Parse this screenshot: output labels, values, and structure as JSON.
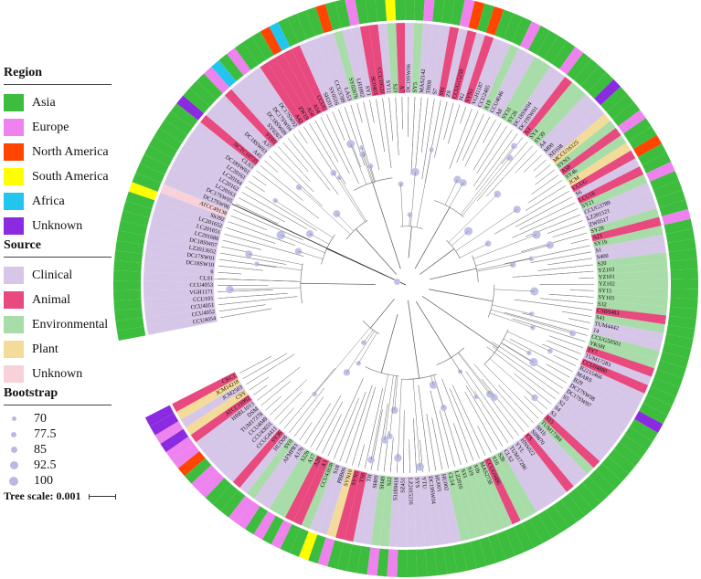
{
  "legend": {
    "region": {
      "title": "Region",
      "items": [
        {
          "label": "Asia",
          "color": "#3dbd3d"
        },
        {
          "label": "Europe",
          "color": "#ee82ee"
        },
        {
          "label": "North America",
          "color": "#ff4500"
        },
        {
          "label": "South America",
          "color": "#ffff00"
        },
        {
          "label": "Africa",
          "color": "#22c5ee"
        },
        {
          "label": "Unknown",
          "color": "#8a2be2"
        }
      ]
    },
    "source": {
      "title": "Source",
      "items": [
        {
          "label": "Clinical",
          "color": "#d6c6e8"
        },
        {
          "label": "Animal",
          "color": "#e84a7f"
        },
        {
          "label": "Environmental",
          "color": "#a8dca8"
        },
        {
          "label": "Plant",
          "color": "#f3dc99"
        },
        {
          "label": "Unknown",
          "color": "#f8d2d8"
        }
      ]
    },
    "bootstrap": {
      "title": "Bootstrap",
      "items": [
        "70",
        "77.5",
        "85",
        "92.5",
        "100"
      ]
    }
  },
  "scale": {
    "label": "Tree scale: 0.001"
  },
  "tree": {
    "leaves": [
      {
        "name": "CCU4054",
        "source": "Clinical",
        "region": "Asia"
      },
      {
        "name": "CCU4052",
        "source": "Clinical",
        "region": "Asia"
      },
      {
        "name": "CCU4051",
        "source": "Clinical",
        "region": "Asia"
      },
      {
        "name": "CCU101",
        "source": "Clinical",
        "region": "Asia"
      },
      {
        "name": "VGH1171",
        "source": "Clinical",
        "region": "Asia"
      },
      {
        "name": "CCU4053",
        "source": "Clinical",
        "region": "Asia"
      },
      {
        "name": "CLS1",
        "source": "Clinical",
        "region": "Asia"
      },
      {
        "name": "6",
        "source": "Clinical",
        "region": "Asia"
      },
      {
        "name": "DC18SW10",
        "source": "Clinical",
        "region": "Asia"
      },
      {
        "name": "DC17SW01",
        "source": "Clinical",
        "region": "Asia"
      },
      {
        "name": "LZ2013652",
        "source": "Clinical",
        "region": "Asia"
      },
      {
        "name": "DC18SW07",
        "source": "Clinical",
        "region": "Asia"
      },
      {
        "name": "LC201686",
        "source": "Clinical",
        "region": "Asia"
      },
      {
        "name": "LC201651",
        "source": "Clinical",
        "region": "Asia"
      },
      {
        "name": "LC201652",
        "source": "Clinical",
        "region": "Asia"
      },
      {
        "name": "Sh392",
        "source": "Clinical",
        "region": "South America"
      },
      {
        "name": "ATCC49138",
        "source": "Unknown",
        "region": "Asia"
      },
      {
        "name": "DC17SW06",
        "source": "Clinical",
        "region": "Asia"
      },
      {
        "name": "DC17SW05",
        "source": "Clinical",
        "region": "Asia"
      },
      {
        "name": "LC20163",
        "source": "Clinical",
        "region": "Asia"
      },
      {
        "name": "LC20162",
        "source": "Clinical",
        "region": "Asia"
      },
      {
        "name": "LC20164",
        "source": "Clinical",
        "region": "Asia"
      },
      {
        "name": "LC20161",
        "source": "Clinical",
        "region": "Asia"
      },
      {
        "name": "DC18SW01",
        "source": "Clinical",
        "region": "Asia"
      },
      {
        "name": "CLS3",
        "source": "Clinical",
        "region": "Asia"
      },
      {
        "name": "NCTC10735",
        "source": "Animal",
        "region": "Unknown"
      },
      {
        "name": "A41",
        "source": "Clinical",
        "region": "Asia"
      },
      {
        "name": "DC18SW03",
        "source": "Clinical",
        "region": "Asia"
      },
      {
        "name": "A37",
        "source": "Clinical",
        "region": "Asia"
      },
      {
        "name": "SY05",
        "source": "Animal",
        "region": "Europe"
      },
      {
        "name": "SY0267",
        "source": "Clinical",
        "region": "Africa"
      },
      {
        "name": "DC18SW09",
        "source": "Clinical",
        "region": "Asia"
      },
      {
        "name": "DC17SW04",
        "source": "Clinical",
        "region": "Europe"
      },
      {
        "name": "DC17SW02",
        "source": "Clinical",
        "region": "Asia"
      },
      {
        "name": "A42",
        "source": "Animal",
        "region": "Asia"
      },
      {
        "name": "ZW19",
        "source": "Animal",
        "region": "Asia"
      },
      {
        "name": "A56",
        "source": "Animal",
        "region": "North America"
      },
      {
        "name": "A54",
        "source": "Animal",
        "region": "Africa"
      },
      {
        "name": "CCUG",
        "source": "Animal",
        "region": "Asia"
      },
      {
        "name": "SH201",
        "source": "Clinical",
        "region": "Asia"
      },
      {
        "name": "SY0516",
        "source": "Clinical",
        "region": "Asia"
      },
      {
        "name": "CCU3789",
        "source": "Clinical",
        "region": "Asia"
      },
      {
        "name": "LA53",
        "source": "Clinical",
        "region": "North America"
      },
      {
        "name": "SY0267b",
        "source": "Environmental",
        "region": "Asia"
      },
      {
        "name": "LH1002",
        "source": "Clinical",
        "region": "Asia"
      },
      {
        "name": "SY1",
        "source": "Clinical",
        "region": "Europe"
      },
      {
        "name": "SC0403",
        "source": "Animal",
        "region": "Asia"
      },
      {
        "name": "CCU19520",
        "source": "Animal",
        "region": "Asia"
      },
      {
        "name": "SY11",
        "source": "Clinical",
        "region": "Asia"
      },
      {
        "name": "S23",
        "source": "Environmental",
        "region": "South America"
      },
      {
        "name": "A7",
        "source": "Animal",
        "region": "Asia"
      },
      {
        "name": "DC19SW06",
        "source": "Clinical",
        "region": "Asia"
      },
      {
        "name": "SY5",
        "source": "Environmental",
        "region": "Asia"
      },
      {
        "name": "MAS2142",
        "source": "Clinical",
        "region": "Europe"
      },
      {
        "name": "TH08",
        "source": "Clinical",
        "region": "Asia"
      },
      {
        "name": "S7",
        "source": "Clinical",
        "region": "Asia"
      },
      {
        "name": "S81",
        "source": "Animal",
        "region": "Asia"
      },
      {
        "name": "Z8",
        "source": "Clinical",
        "region": "Europe"
      },
      {
        "name": "CCUG15259",
        "source": "Animal",
        "region": "North America"
      },
      {
        "name": "H2",
        "source": "Clinical",
        "region": "Asia"
      },
      {
        "name": "SYN1",
        "source": "Animal",
        "region": "North America"
      },
      {
        "name": "VGH1187",
        "source": "Clinical",
        "region": "Asia"
      },
      {
        "name": "CCU2485",
        "source": "Clinical",
        "region": "Asia"
      },
      {
        "name": "A19",
        "source": "Environmental",
        "region": "Asia"
      },
      {
        "name": "CCU4046",
        "source": "Clinical",
        "region": "Europe"
      },
      {
        "name": "A8",
        "source": "Clinical",
        "region": "Asia"
      },
      {
        "name": "SY31",
        "source": "Environmental",
        "region": "Asia"
      },
      {
        "name": "SY26",
        "source": "Environmental",
        "region": "Asia"
      },
      {
        "name": "DC18SW04",
        "source": "Clinical",
        "region": "Asia"
      },
      {
        "name": "DC19SW01",
        "source": "Clinical",
        "region": "Europe"
      },
      {
        "name": "A3",
        "source": "Animal",
        "region": "Asia"
      },
      {
        "name": "SY4",
        "source": "Environmental",
        "region": "Asia"
      },
      {
        "name": "SY39",
        "source": "Environmental",
        "region": "Asia"
      },
      {
        "name": "A4",
        "source": "Clinical",
        "region": "Asia"
      },
      {
        "name": "M00",
        "source": "Clinical",
        "region": "Unknown"
      },
      {
        "name": "XD108",
        "source": "Clinical",
        "region": "Asia"
      },
      {
        "name": "MCCU16125",
        "source": "Plant",
        "region": "Asia"
      },
      {
        "name": "SYN3",
        "source": "Environmental",
        "region": "Asia"
      },
      {
        "name": "A58",
        "source": "Animal",
        "region": "Europe"
      },
      {
        "name": "SY4b",
        "source": "Environmental",
        "region": "Asia"
      },
      {
        "name": "JCM",
        "source": "Plant",
        "region": "Asia"
      },
      {
        "name": "CCUG",
        "source": "Animal",
        "region": "North America"
      },
      {
        "name": "S6",
        "source": "Clinical",
        "region": "Asia"
      },
      {
        "name": "LCU18",
        "source": "Animal",
        "region": "Asia"
      },
      {
        "name": "SY21",
        "source": "Environmental",
        "region": "Europe"
      },
      {
        "name": "CCUG3789",
        "source": "Clinical",
        "region": "Asia"
      },
      {
        "name": "LZ201521",
        "source": "Clinical",
        "region": "Asia"
      },
      {
        "name": "ZW0517",
        "source": "Clinical",
        "region": "Asia"
      },
      {
        "name": "SY28",
        "source": "Environmental",
        "region": "Asia"
      },
      {
        "name": "A21",
        "source": "Animal",
        "region": "Europe"
      },
      {
        "name": "SY1b",
        "source": "Environmental",
        "region": "Asia"
      },
      {
        "name": "S1",
        "source": "Clinical",
        "region": "Asia"
      },
      {
        "name": "S400",
        "source": "Clinical",
        "region": "Asia"
      },
      {
        "name": "S20",
        "source": "Environmental",
        "region": "Asia"
      },
      {
        "name": "YZ103",
        "source": "Environmental",
        "region": "Asia"
      },
      {
        "name": "YZ101",
        "source": "Environmental",
        "region": "Asia"
      },
      {
        "name": "YZ102",
        "source": "Environmental",
        "region": "Asia"
      },
      {
        "name": "SY15",
        "source": "Environmental",
        "region": "Asia"
      },
      {
        "name": "SY103",
        "source": "Environmental",
        "region": "Asia"
      },
      {
        "name": "S32",
        "source": "Environmental",
        "region": "Asia"
      },
      {
        "name": "CSB9483",
        "source": "Animal",
        "region": "Asia"
      },
      {
        "name": "S41",
        "source": "Environmental",
        "region": "Asia"
      },
      {
        "name": "TUM4442",
        "source": "Clinical",
        "region": "Asia"
      },
      {
        "name": "14",
        "source": "Clinical",
        "region": "Asia"
      },
      {
        "name": "CCUG50501",
        "source": "Environmental",
        "region": "Asia"
      },
      {
        "name": "YKSH",
        "source": "Environmental",
        "region": "Asia"
      },
      {
        "name": "SY7",
        "source": "Animal",
        "region": "Asia"
      },
      {
        "name": "TUM17283",
        "source": "Clinical",
        "region": "Asia"
      },
      {
        "name": "CCU04880",
        "source": "Animal",
        "region": "Asia"
      },
      {
        "name": "B2215466",
        "source": "Clinical",
        "region": "Asia"
      },
      {
        "name": "MARS",
        "source": "Clinical",
        "region": "Asia"
      },
      {
        "name": "B29",
        "source": "Clinical",
        "region": "Unknown"
      },
      {
        "name": "DC17SW08",
        "source": "Clinical",
        "region": "Asia"
      },
      {
        "name": "DC17SW07",
        "source": "Clinical",
        "region": "Asia"
      },
      {
        "name": "S5",
        "source": "Clinical",
        "region": "Asia"
      },
      {
        "name": "S2",
        "source": "Clinical",
        "region": "Asia"
      },
      {
        "name": "S4",
        "source": "Clinical",
        "region": "Asia"
      },
      {
        "name": "S3",
        "source": "Clinical",
        "region": "Asia"
      },
      {
        "name": "S15",
        "source": "Animal",
        "region": "Asia"
      },
      {
        "name": "TUM17384",
        "source": "Environmental",
        "region": "Asia"
      },
      {
        "name": "S81b",
        "source": "Clinical",
        "region": "Asia"
      },
      {
        "name": "S09870",
        "source": "Clinical",
        "region": "Asia"
      },
      {
        "name": "C5",
        "source": "Animal",
        "region": "Asia"
      },
      {
        "name": "HNS022",
        "source": "Clinical",
        "region": "Asia"
      },
      {
        "name": "YYL",
        "source": "Clinical",
        "region": "Asia"
      },
      {
        "name": "TUM17286",
        "source": "Clinical",
        "region": "Asia"
      },
      {
        "name": "CLS2",
        "source": "Clinical",
        "region": "Asia"
      },
      {
        "name": "S2b",
        "source": "Environmental",
        "region": "Asia"
      },
      {
        "name": "S16",
        "source": "Environmental",
        "region": "Asia"
      },
      {
        "name": "CCUG9486",
        "source": "Animal",
        "region": "Asia"
      },
      {
        "name": "MAS2738",
        "source": "Environmental",
        "region": "Asia"
      },
      {
        "name": "S1b",
        "source": "Environmental",
        "region": "Asia"
      },
      {
        "name": "S19",
        "source": "Environmental",
        "region": "Asia"
      },
      {
        "name": "S33",
        "source": "Environmental",
        "region": "Asia"
      },
      {
        "name": "LZ2016",
        "source": "Environmental",
        "region": "Asia"
      },
      {
        "name": "CL54",
        "source": "Environmental",
        "region": "Asia"
      },
      {
        "name": "HU002",
        "source": "Clinical",
        "region": "Asia"
      },
      {
        "name": "HU001",
        "source": "Clinical",
        "region": "Asia"
      },
      {
        "name": "DC19SW04",
        "source": "Clinical",
        "region": "Asia"
      },
      {
        "name": "YTU",
        "source": "Clinical",
        "region": "Asia"
      },
      {
        "name": "SYS",
        "source": "Clinical",
        "region": "Asia"
      },
      {
        "name": "LZ2015216",
        "source": "Clinical",
        "region": "Asia"
      },
      {
        "name": "SZ451",
        "source": "Clinical",
        "region": "Asia"
      },
      {
        "name": "S3189418",
        "source": "Clinical",
        "region": "Europe"
      },
      {
        "name": "S22",
        "source": "Environmental",
        "region": "Asia"
      },
      {
        "name": "SH49",
        "source": "Environmental",
        "region": "Europe"
      },
      {
        "name": "SH09",
        "source": "Clinical",
        "region": "Asia"
      },
      {
        "name": "TH",
        "source": "Clinical",
        "region": "Asia"
      },
      {
        "name": "TS6",
        "source": "Animal",
        "region": "Asia"
      },
      {
        "name": "SYN5",
        "source": "Animal",
        "region": "Asia"
      },
      {
        "name": "SYN10",
        "source": "Plant",
        "region": "Europe"
      },
      {
        "name": "PBB06",
        "source": "Clinical",
        "region": "Asia"
      },
      {
        "name": "S18",
        "source": "Clinical",
        "region": "South America"
      },
      {
        "name": "CCU43838",
        "source": "Environmental",
        "region": "Asia"
      },
      {
        "name": "A1",
        "source": "Animal",
        "region": "Asia"
      },
      {
        "name": "A28",
        "source": "Animal",
        "region": "Europe"
      },
      {
        "name": "A17",
        "source": "Environmental",
        "region": "Asia"
      },
      {
        "name": "S22b",
        "source": "Environmental",
        "region": "Europe"
      },
      {
        "name": "A17b",
        "source": "Clinical",
        "region": "Asia"
      },
      {
        "name": "AFMPR1",
        "source": "Clinical",
        "region": "Europe"
      },
      {
        "name": "SY0",
        "source": "Environmental",
        "region": "Europe"
      },
      {
        "name": "HUD08",
        "source": "Clinical",
        "region": "Asia"
      },
      {
        "name": "SY36",
        "source": "Animal",
        "region": "Asia"
      },
      {
        "name": "CCUG4411",
        "source": "Clinical",
        "region": "Asia"
      },
      {
        "name": "CCU43651",
        "source": "Clinical",
        "region": "Europe"
      },
      {
        "name": "CCU4049",
        "source": "Clinical",
        "region": "Europe"
      },
      {
        "name": "TUM17378",
        "source": "Clinical",
        "region": "Asia"
      },
      {
        "name": "DSM",
        "source": "Clinical",
        "region": "North America"
      },
      {
        "name": "HBRL1013",
        "source": "Clinical",
        "region": "Europe"
      },
      {
        "name": "ATCC11092",
        "source": "Animal",
        "region": "Europe"
      },
      {
        "name": "CSY",
        "source": "Plant",
        "region": "Unknown"
      },
      {
        "name": "JCM2503",
        "source": "Clinical",
        "region": "Europe"
      },
      {
        "name": "JCM14218",
        "source": "Plant",
        "region": "Unknown"
      },
      {
        "name": "CKC1",
        "source": "Animal",
        "region": "Unknown"
      }
    ]
  }
}
